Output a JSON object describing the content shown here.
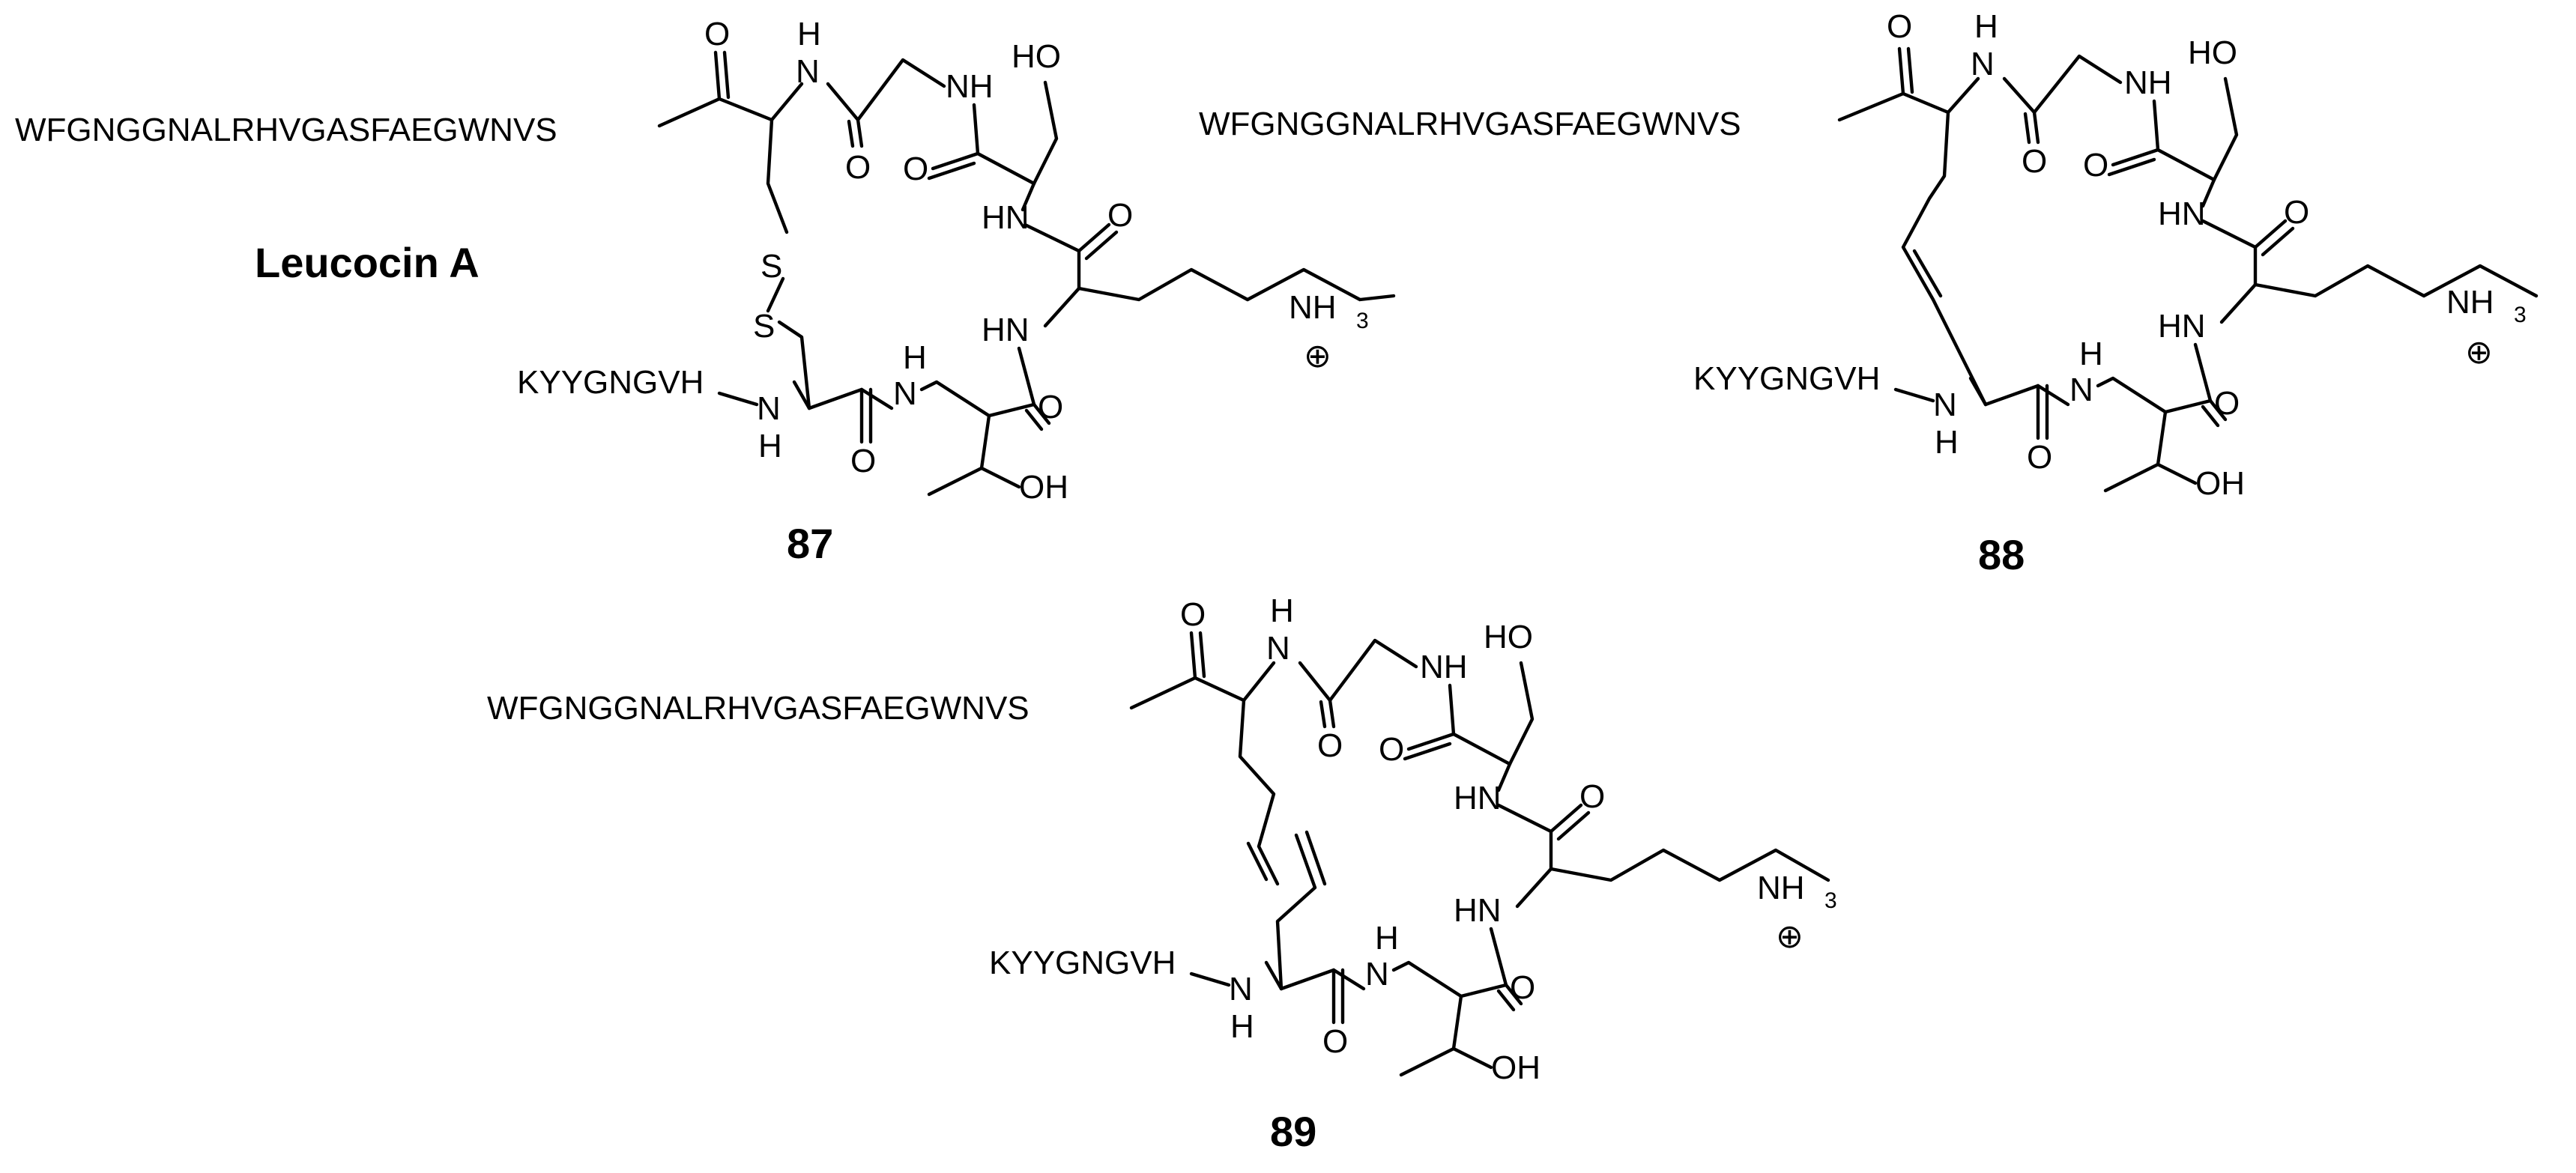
{
  "figure": {
    "molecule_title": "Leucocin A",
    "sequence_c_terminal": "WFGNGGNALRHVGASFAEGWNVS",
    "sequence_n_terminal": "KYYGNGVH",
    "atoms": {
      "oxygen": "O",
      "imine": "N",
      "hydrogen": "H",
      "amide": "NH",
      "amide_reversed": "HN",
      "hydroxyl": "OH",
      "hydroxyl_reversed": "HO",
      "sulfur": "S",
      "ammonium": "NH",
      "ammonium_subscript": "3",
      "charge": "⊕"
    },
    "compounds": [
      {
        "label": "87"
      },
      {
        "label": "88"
      },
      {
        "label": "89"
      }
    ]
  }
}
